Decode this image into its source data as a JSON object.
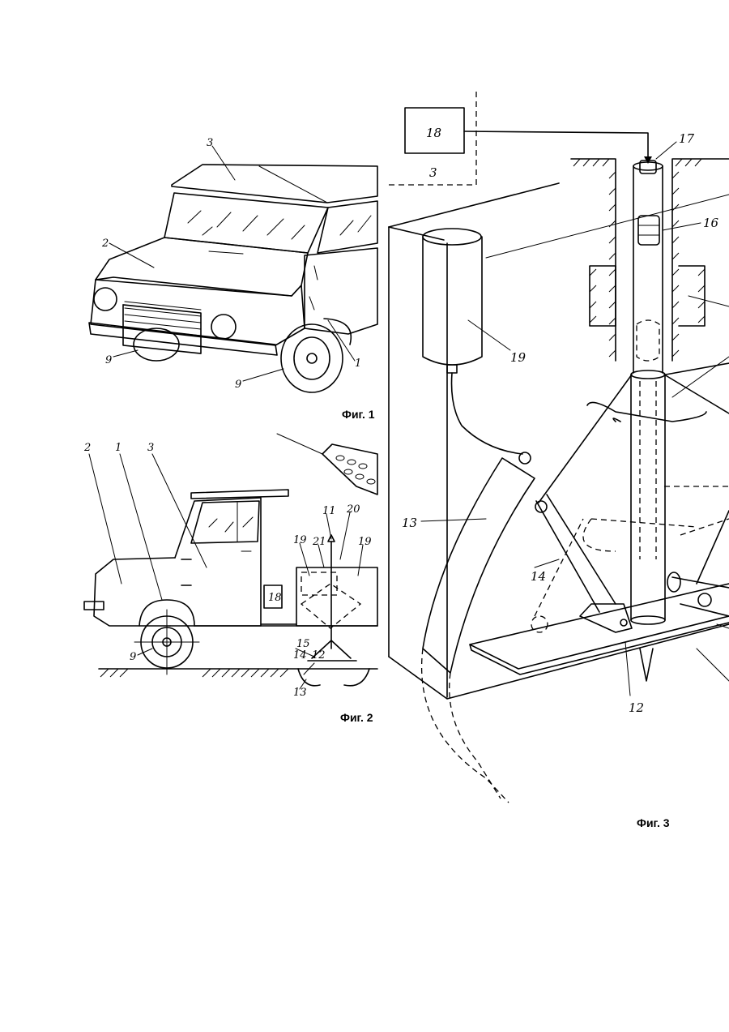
{
  "figures": {
    "fig1": {
      "caption": "Фиг. 1",
      "labels": [
        "3",
        "2",
        "9",
        "9",
        "1"
      ]
    },
    "fig2": {
      "caption": "Фиг. 2",
      "labels": [
        "2",
        "1",
        "3",
        "11",
        "20",
        "19",
        "21",
        "19",
        "18",
        "9",
        "15",
        "14",
        "12",
        "13"
      ]
    },
    "fig3": {
      "caption": "Фиг. 3",
      "labels": [
        "18",
        "3",
        "17",
        "16",
        "19",
        "13",
        "14",
        "12"
      ]
    }
  }
}
